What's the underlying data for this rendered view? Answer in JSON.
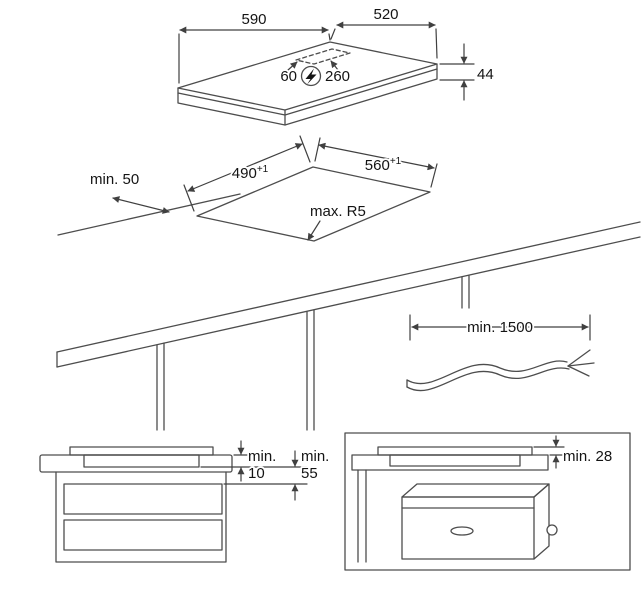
{
  "page": {
    "background": "#ffffff",
    "line_color": "#4d4d4d",
    "text_color": "#141414"
  },
  "hob": {
    "width_label": "590",
    "depth_label": "520",
    "thickness_label": "44",
    "connection_left": "60",
    "connection_right": "260",
    "connection_icon": "lightning-bolt"
  },
  "cutout": {
    "width_value": "490",
    "width_tolerance": "+1",
    "depth_value": "560",
    "depth_tolerance": "+1",
    "edge_clearance": "min. 50",
    "corner_radius": "max. R5"
  },
  "cable": {
    "length_label": "min. 1500"
  },
  "drawer_clearance": {
    "gap_prefix": "min.",
    "gap_value": "10",
    "depth_prefix": "min.",
    "depth_value": "55"
  },
  "oven_clearance": {
    "label": "min. 28"
  }
}
